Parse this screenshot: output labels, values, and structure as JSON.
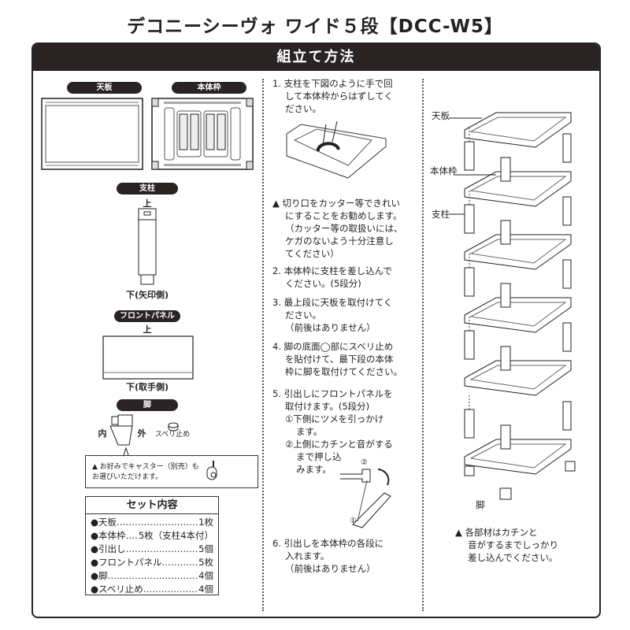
{
  "title": "デコニーシーヴォ ワイド５段【DCC-W5】",
  "section_title": "組立て方法",
  "parts": {
    "top_board": "天板",
    "frame": "本体枠",
    "post": "支柱",
    "post_top": "上",
    "post_bottom": "下(矢印側)",
    "front_panel": "フロントパネル",
    "panel_top": "上",
    "panel_bottom": "下(取手側)",
    "leg": "脚",
    "leg_inner": "内",
    "leg_outer": "外",
    "anti_slip": "スベリ止め",
    "caster_note_l1": "お好みでキャスター（別売）も",
    "caster_note_l2": "お選びいただけます。"
  },
  "set_contents": {
    "title": "セット内容",
    "items": [
      {
        "name": "●天板",
        "qty": "1枚"
      },
      {
        "name": "●本体枠",
        "qty": "5枚（支柱4本付）"
      },
      {
        "name": "●引出し",
        "qty": "5個"
      },
      {
        "name": "●フロントパネル",
        "qty": "5枚"
      },
      {
        "name": "●脚",
        "qty": "4個"
      },
      {
        "name": "●スベリ止め",
        "qty": "4個"
      }
    ]
  },
  "steps": {
    "s1": [
      "1. 支柱を下図のように手で回",
      "して本体枠からはずしてく",
      "ださい。"
    ],
    "warn1": [
      "切り口をカッター等できれい",
      "にすることをお勧めします。",
      "（カッター等の取扱いには、",
      "ケガのないよう十分注意し",
      "てください）"
    ],
    "s2": [
      "2. 本体枠に支柱を差し込んで",
      "ください。(5段分)"
    ],
    "s3": [
      "3. 最上段に天板を取付けてく",
      "ださい。",
      "（前後はありません）"
    ],
    "s4": [
      "4. 脚の底面◯部にスベリ止め",
      "を貼付けて、最下段の本体",
      "枠に脚を取付けてください。"
    ],
    "s5": [
      "5. 引出しにフロントパネルを",
      "取付けます。(5段分)",
      "①下側にツメを引っかけ",
      "ます。",
      "②上側にカチンと音がする",
      "まで押し込",
      "みます。"
    ],
    "mark1": "①",
    "mark2": "②",
    "s6": [
      "6. 引出しを本体枠の各段に",
      "入れます。",
      "（前後はありません）"
    ]
  },
  "diagram": {
    "label_top": "天板",
    "label_frame": "本体枠",
    "label_post": "支柱",
    "label_leg": "脚",
    "note": [
      "各部材はカチンと",
      "音がするまでしっかり",
      "差し込んでください。"
    ]
  },
  "warning_icon": "warning-triangle"
}
